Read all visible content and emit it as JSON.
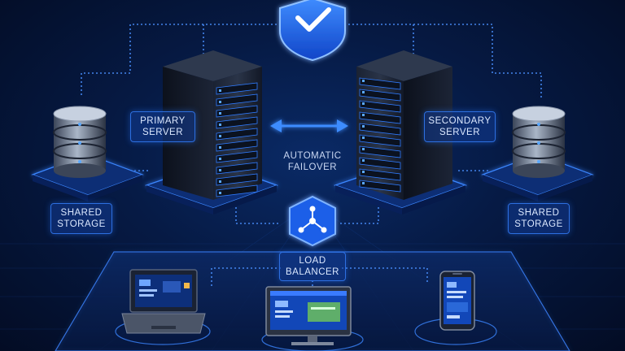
{
  "labels": {
    "primary_server": [
      "PRIMARY",
      "SERVER"
    ],
    "secondary_server": [
      "SECONDARY",
      "SERVER"
    ],
    "failover": [
      "AUTOMATIC",
      "FAILOVER"
    ],
    "shared_storage_left": [
      "SHARED",
      "STORAGE"
    ],
    "shared_storage_right": [
      "SHARED",
      "STORAGE"
    ],
    "load_balancer": [
      "LOAD",
      "BALANCER"
    ]
  },
  "icons": {
    "shield": "shield-check-icon",
    "failover_arrow": "double-arrow-icon",
    "load_balancer": "network-hub-icon",
    "storage": "database-icon",
    "server": "server-rack-icon",
    "laptop": "laptop-icon",
    "monitor": "monitor-icon",
    "phone": "smartphone-icon"
  },
  "colors": {
    "accent": "#2f7bff",
    "glow": "#3a8dff",
    "background": "#061a44",
    "connector": "#4a90ff"
  }
}
